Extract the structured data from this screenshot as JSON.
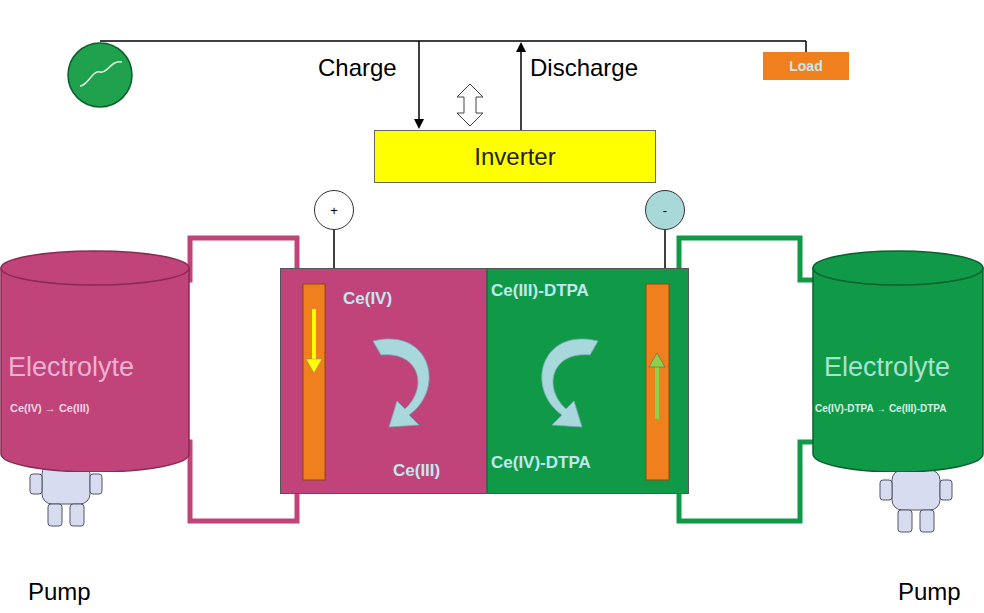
{
  "diagram": {
    "nodes": [
      {
        "text": [
          "Load"
        ]
      },
      {
        "text": [
          "Inverter"
        ]
      },
      {
        "text": [
          "+"
        ]
      },
      {
        "text": [
          "-"
        ]
      },
      {
        "text": [
          "Ce(IV)",
          "Ce(III)"
        ]
      },
      {
        "text": [
          "Ce(III)-DTPA",
          "Ce(IV)-DTPA"
        ]
      },
      {
        "text": [
          "Electrolyte",
          "Ce(IV) → Ce(III)"
        ]
      },
      {
        "text": [
          "Electrolyte",
          "Ce(IV)-DTPA → Ce(III)-DTPA"
        ]
      }
    ],
    "edges": [
      {
        "from": 2,
        "to": 4,
        "arrow": "none"
      },
      {
        "from": 3,
        "to": 5,
        "arrow": "none"
      },
      {
        "from": 6,
        "to": 4,
        "arrow": "none"
      },
      {
        "from": 6,
        "to": 4,
        "arrow": "none"
      },
      {
        "from": 7,
        "to": 5,
        "arrow": "none"
      },
      {
        "from": 7,
        "to": 5,
        "arrow": "none"
      }
    ],
    "labels": [
      "Charge",
      "Discharge",
      "Pump",
      "Pump"
    ]
  }
}
